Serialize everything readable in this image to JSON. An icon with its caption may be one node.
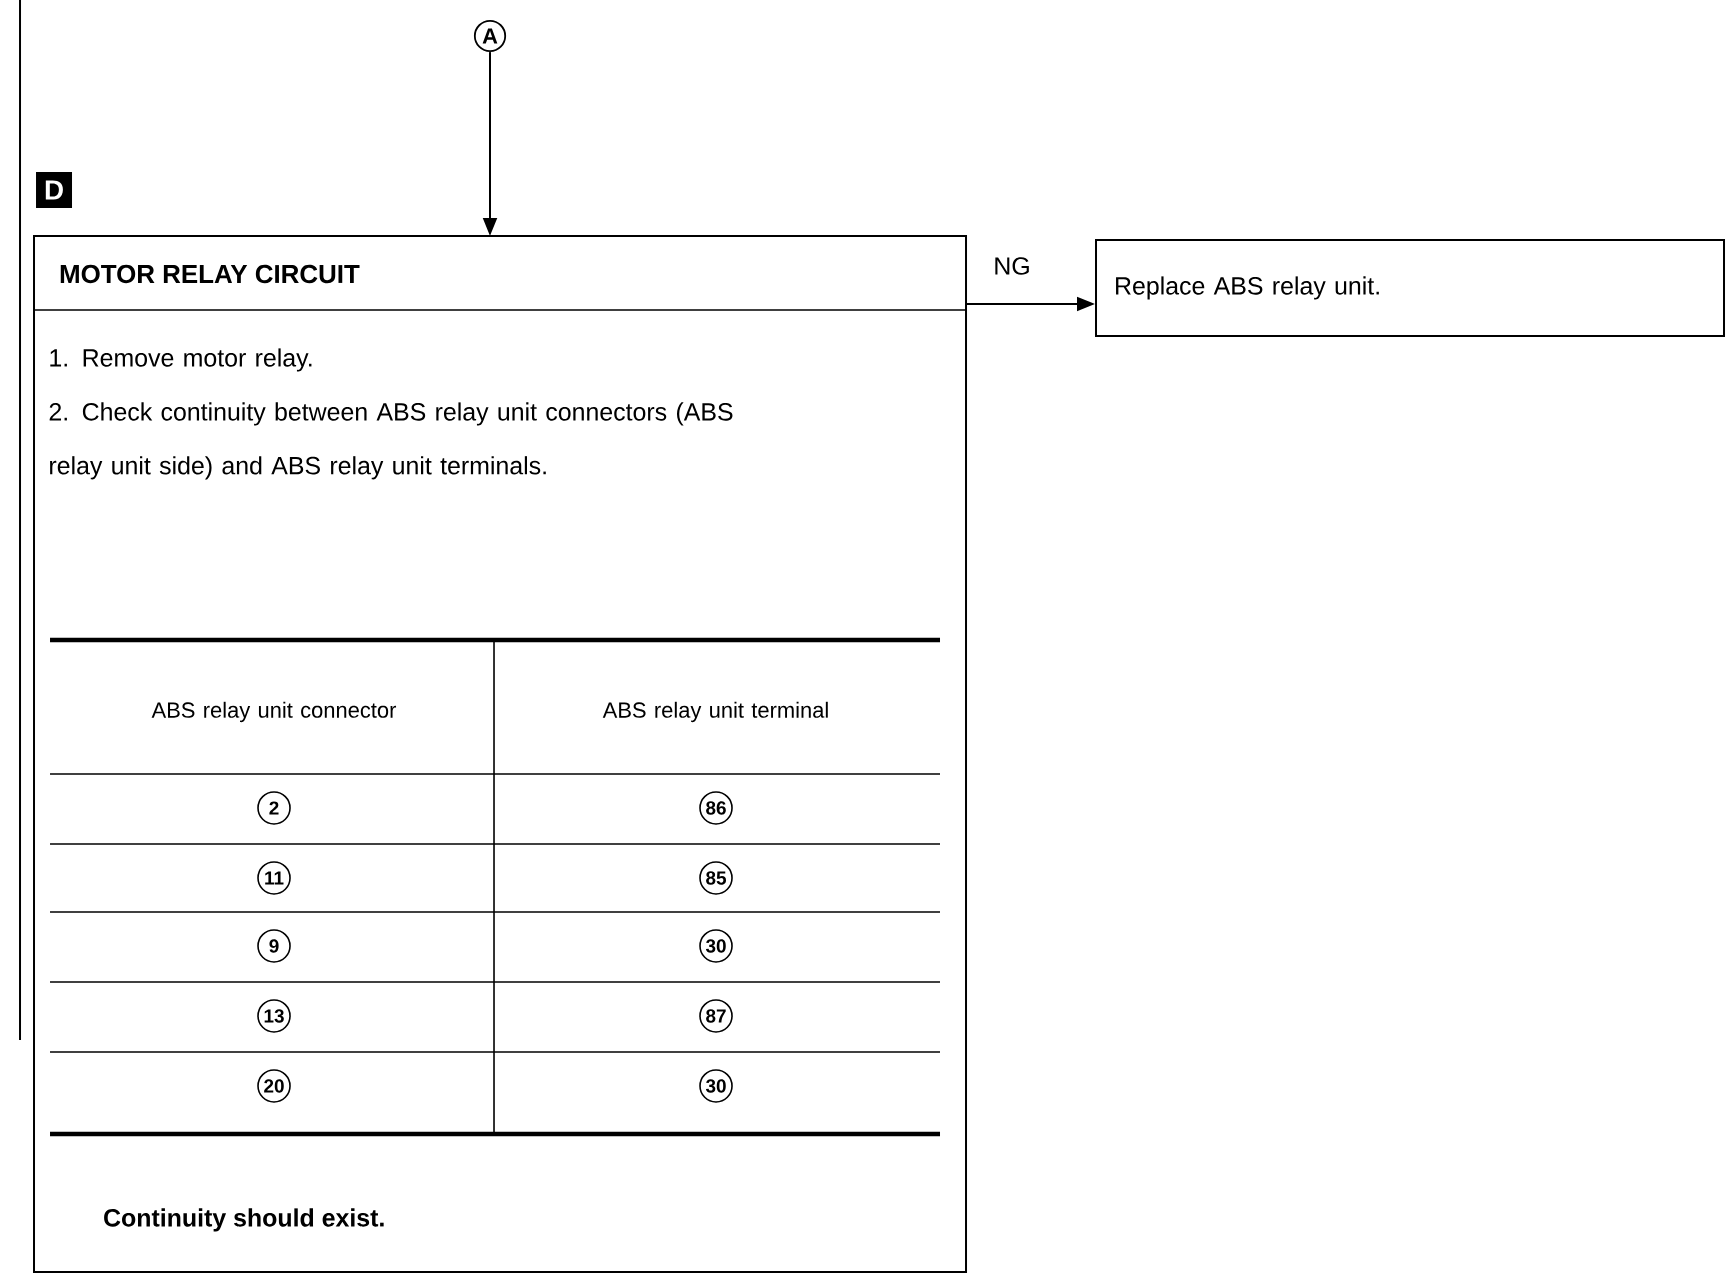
{
  "diagram": {
    "nodes": [
      {
        "text": [
          "A"
        ]
      },
      {
        "text": [
          "MOTOR RELAY CIRCUIT",
          "1. Remove motor relay.",
          "2. Check continuity between ABS relay unit connectors (ABS relay unit side) and ABS relay unit terminals.",
          "Continuity should exist."
        ]
      },
      {
        "text": [
          "Replace ABS relay unit."
        ]
      }
    ],
    "edges": [
      {
        "from": 0,
        "to": 1,
        "arrow": "to"
      },
      {
        "from": 1,
        "to": 2,
        "arrow": "to",
        "label": "NG"
      }
    ],
    "labels": [
      "D",
      "ABS relay unit connector",
      "ABS relay unit terminal",
      "2",
      "86",
      "11",
      "85",
      "9",
      "30",
      "13",
      "87",
      "20",
      "30"
    ]
  }
}
